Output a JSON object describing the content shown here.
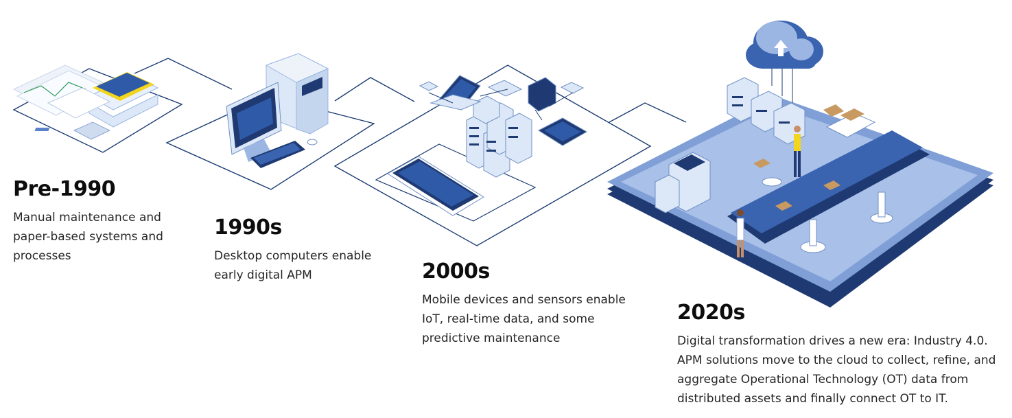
{
  "eras": [
    {
      "year": "Pre-1990",
      "description": "Manual maintenance and paper-based systems and processes",
      "illustration": "paper-documents-icon"
    },
    {
      "year": "1990s",
      "description": "Desktop computers enable early digital APM",
      "illustration": "desktop-computer-icon"
    },
    {
      "year": "2000s",
      "description": "Mobile devices and sensors enable IoT, real-time data, and some predictive maintenance",
      "illustration": "mobile-servers-network-icon"
    },
    {
      "year": "2020s",
      "description": "Digital transformation drives a new era: Industry 4.0. APM solutions move to the cloud to collect, refine, and aggregate Operational Technology (OT) data from distributed assets and finally connect OT to IT.",
      "illustration": "smart-factory-cloud-icon"
    }
  ],
  "colors": {
    "navy": "#1f3a73",
    "blue": "#3a63b0",
    "light_blue": "#9bb6e3",
    "pale_blue": "#dce8f7",
    "line": "#1b3c73",
    "accent_yellow": "#f2d51c",
    "cloud": "#5b82c9"
  }
}
